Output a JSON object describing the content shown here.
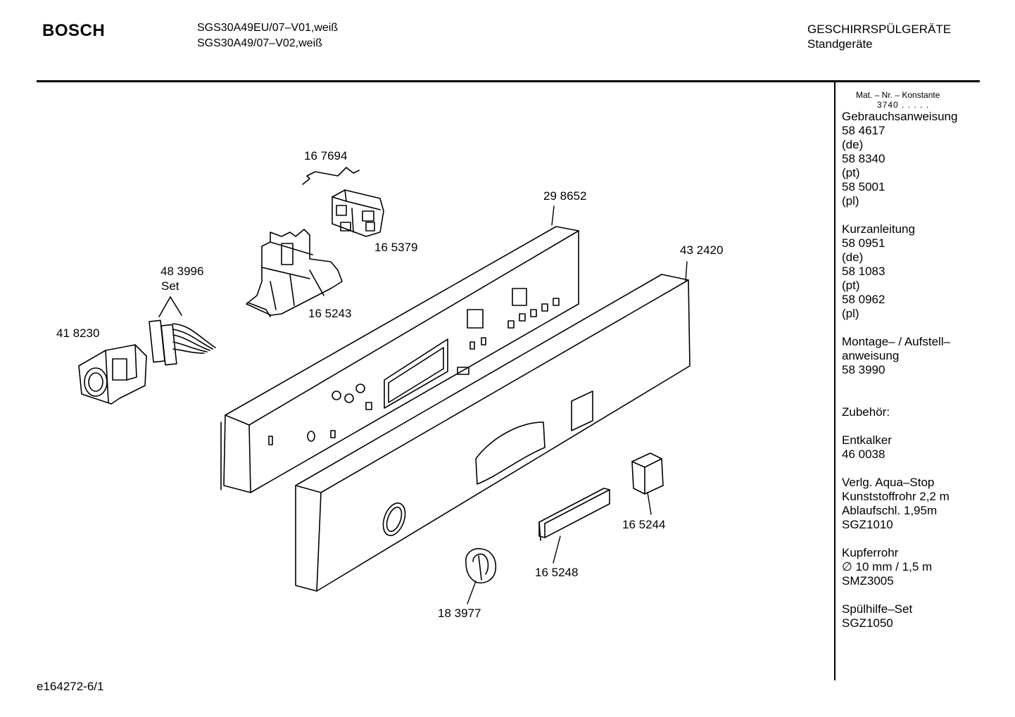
{
  "header": {
    "brand": "BOSCH",
    "model_line1": "SGS30A49EU/07–V01,weiß",
    "model_line2": "SGS30A49/07–V02,weiß",
    "category_line1": "GESCHIRRSPÜLGERÄTE",
    "category_line2": "Standgeräte"
  },
  "parts": {
    "p167694": "16 7694",
    "p298652": "29 8652",
    "p165379": "16 5379",
    "p483996": "48 3996",
    "set": "Set",
    "p432420": "43 2420",
    "p165243": "16 5243",
    "p418230": "41 8230",
    "p165244": "16 5244",
    "p165248": "16 5248",
    "p183977": "18 3977"
  },
  "sidebar": {
    "mat_header": "Mat. – Nr. – Konstante",
    "mat_value": "3740  .  .  .  .  .",
    "lines": [
      "Gebrauchsanweisung",
      "58 4617",
      "(de)",
      "58 8340",
      "(pt)",
      "58 5001",
      "(pl)",
      "",
      "Kurzanleitung",
      "58 0951",
      "(de)",
      "58 1083",
      "(pt)",
      "58 0962",
      "(pl)",
      "",
      "Montage– / Aufstell–",
      "anweisung",
      "58 3990",
      "",
      "",
      "Zubehör:",
      "",
      "Entkalker",
      "46 0038",
      "",
      "Verlg. Aqua–Stop",
      "Kunststoffrohr 2,2 m",
      "Ablaufschl. 1,95m",
      "SGZ1010",
      "",
      "Kupferrohr",
      "∅ 10 mm / 1,5 m",
      "SMZ3005",
      "",
      "Spülhilfe–Set",
      "SGZ1050"
    ]
  },
  "footer": {
    "doc_ref": "e164272-6/1"
  }
}
